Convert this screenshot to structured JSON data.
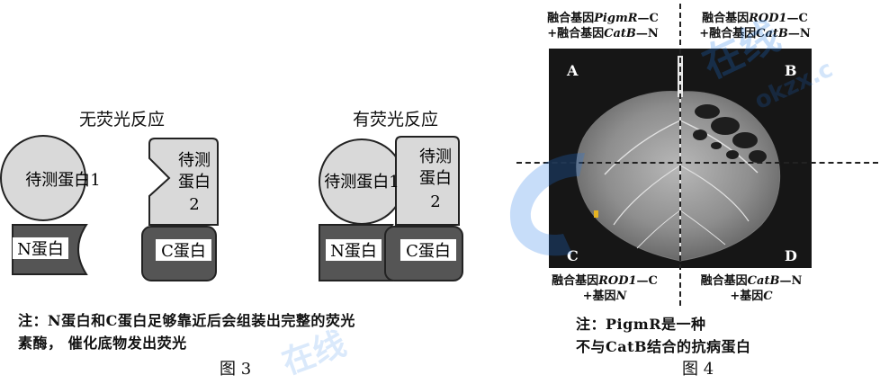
{
  "fig3": {
    "left_title": "无荧光反应",
    "right_title": "有荧光反应",
    "protein1": "待测蛋白1",
    "protein2_line1": "待测",
    "protein2_line2": "蛋白",
    "protein2_line3": "2",
    "n_protein": "N蛋白",
    "c_protein": "C蛋白",
    "note_line1": "注：N蛋白和C蛋白足够靠近后会组装出完整的荧光",
    "note_line2": "素酶， 催化底物发出荧光",
    "caption": "图 3"
  },
  "fig4": {
    "tl_line1_prefix": "融合基因",
    "tl_line1_gene": "PigmR",
    "tl_line1_suffix": "—C",
    "tl_line2_prefix": "+融合基因",
    "tl_line2_gene": "CatB",
    "tl_line2_suffix": "—N",
    "tr_line1_prefix": "融合基因",
    "tr_line1_gene": "ROD1",
    "tr_line1_suffix": "—C",
    "tr_line2_prefix": "+融合基因",
    "tr_line2_gene": "CatB",
    "tr_line2_suffix": "—N",
    "bl_line1_prefix": "融合基因",
    "bl_line1_gene": "ROD1",
    "bl_line1_suffix": "—C",
    "bl_line2_prefix": "+基因",
    "bl_line2_gene": "N",
    "br_line1_prefix": "融合基因",
    "br_line1_gene": "CatB",
    "br_line1_suffix": "—N",
    "br_line2_prefix": "+基因",
    "br_line2_gene": "C",
    "quad_a": "A",
    "quad_b": "B",
    "quad_c": "C",
    "quad_d": "D",
    "note_line1": "注：PigmR是一种",
    "note_line2": "不与CatB结合的抗病蛋白",
    "caption": "图 4"
  },
  "watermark": {
    "text1": "在线",
    "text2": "okzx.c"
  },
  "colors": {
    "shape_fill": "#d9d9d9",
    "base_fill": "#555555",
    "outline": "#222222",
    "leaf_bg": "#161616",
    "watermark": "#1e78e6"
  }
}
